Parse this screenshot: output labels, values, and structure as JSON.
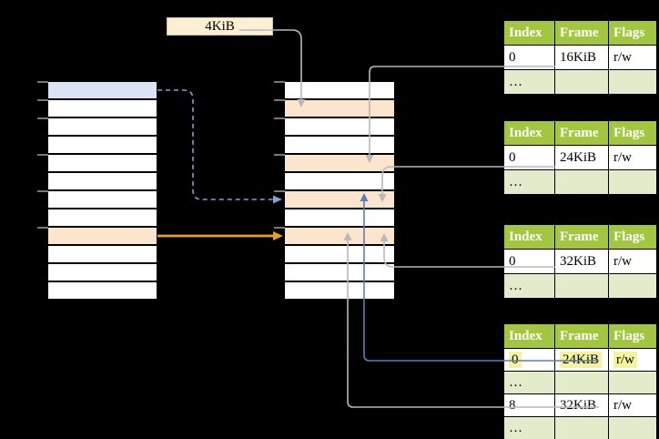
{
  "frame_size_label": "4KiB",
  "memory": {
    "virtual": {
      "rows": [
        "blue",
        "white",
        "white",
        "white",
        "white",
        "white",
        "white",
        "white",
        "peach",
        "white",
        "white",
        "white"
      ]
    },
    "physical": {
      "rows": [
        "white",
        "peach",
        "white",
        "white",
        "peach",
        "white",
        "peach",
        "white",
        "peach",
        "white",
        "white",
        "white"
      ]
    }
  },
  "ticks": {
    "y_offsets": [
      0,
      20,
      40,
      80,
      120,
      160
    ],
    "columns_x": [
      41,
      301
    ]
  },
  "page_tables": [
    {
      "name": "page-table-16kib",
      "columns": [
        "Index",
        "Frame",
        "Flags"
      ],
      "rows": [
        {
          "cells": [
            "0",
            "16KiB",
            "r/w"
          ],
          "tone": "white",
          "highlight": false
        },
        {
          "cells": [
            "…",
            "",
            ""
          ],
          "tone": "green",
          "highlight": false
        }
      ]
    },
    {
      "name": "page-table-24kib",
      "columns": [
        "Index",
        "Frame",
        "Flags"
      ],
      "rows": [
        {
          "cells": [
            "0",
            "24KiB",
            "r/w"
          ],
          "tone": "white",
          "highlight": false
        },
        {
          "cells": [
            "…",
            "",
            ""
          ],
          "tone": "green",
          "highlight": false
        }
      ]
    },
    {
      "name": "page-table-32kib",
      "columns": [
        "Index",
        "Frame",
        "Flags"
      ],
      "rows": [
        {
          "cells": [
            "0",
            "32KiB",
            "r/w"
          ],
          "tone": "white",
          "highlight": false
        },
        {
          "cells": [
            "…",
            "",
            ""
          ],
          "tone": "green",
          "highlight": false
        }
      ]
    },
    {
      "name": "page-table-level2",
      "columns": [
        "Index",
        "Frame",
        "Flags"
      ],
      "rows": [
        {
          "cells": [
            "0",
            "24KiB",
            "r/w"
          ],
          "tone": "white",
          "highlight": true
        },
        {
          "cells": [
            "…",
            "",
            ""
          ],
          "tone": "green",
          "highlight": false
        },
        {
          "cells": [
            "8",
            "32KiB",
            "r/w"
          ],
          "tone": "white",
          "highlight": false
        },
        {
          "cells": [
            "…",
            "",
            ""
          ],
          "tone": "green",
          "highlight": false
        }
      ]
    }
  ],
  "colors": {
    "row_blue": "#dae4f5",
    "row_peach": "#fce5cd",
    "header_green": "#a3c641",
    "row_light_green": "#e2ebca",
    "highlight_yellow": "#f5f49c",
    "label_fill": "#fbf0d2",
    "arrow_gray": "#b8b8bc",
    "arrow_blue": "#5b7cb8",
    "arrow_dashed_blue": "#84a0cf",
    "arrow_orange": "#e8a020",
    "tick_gray": "#74787c"
  }
}
